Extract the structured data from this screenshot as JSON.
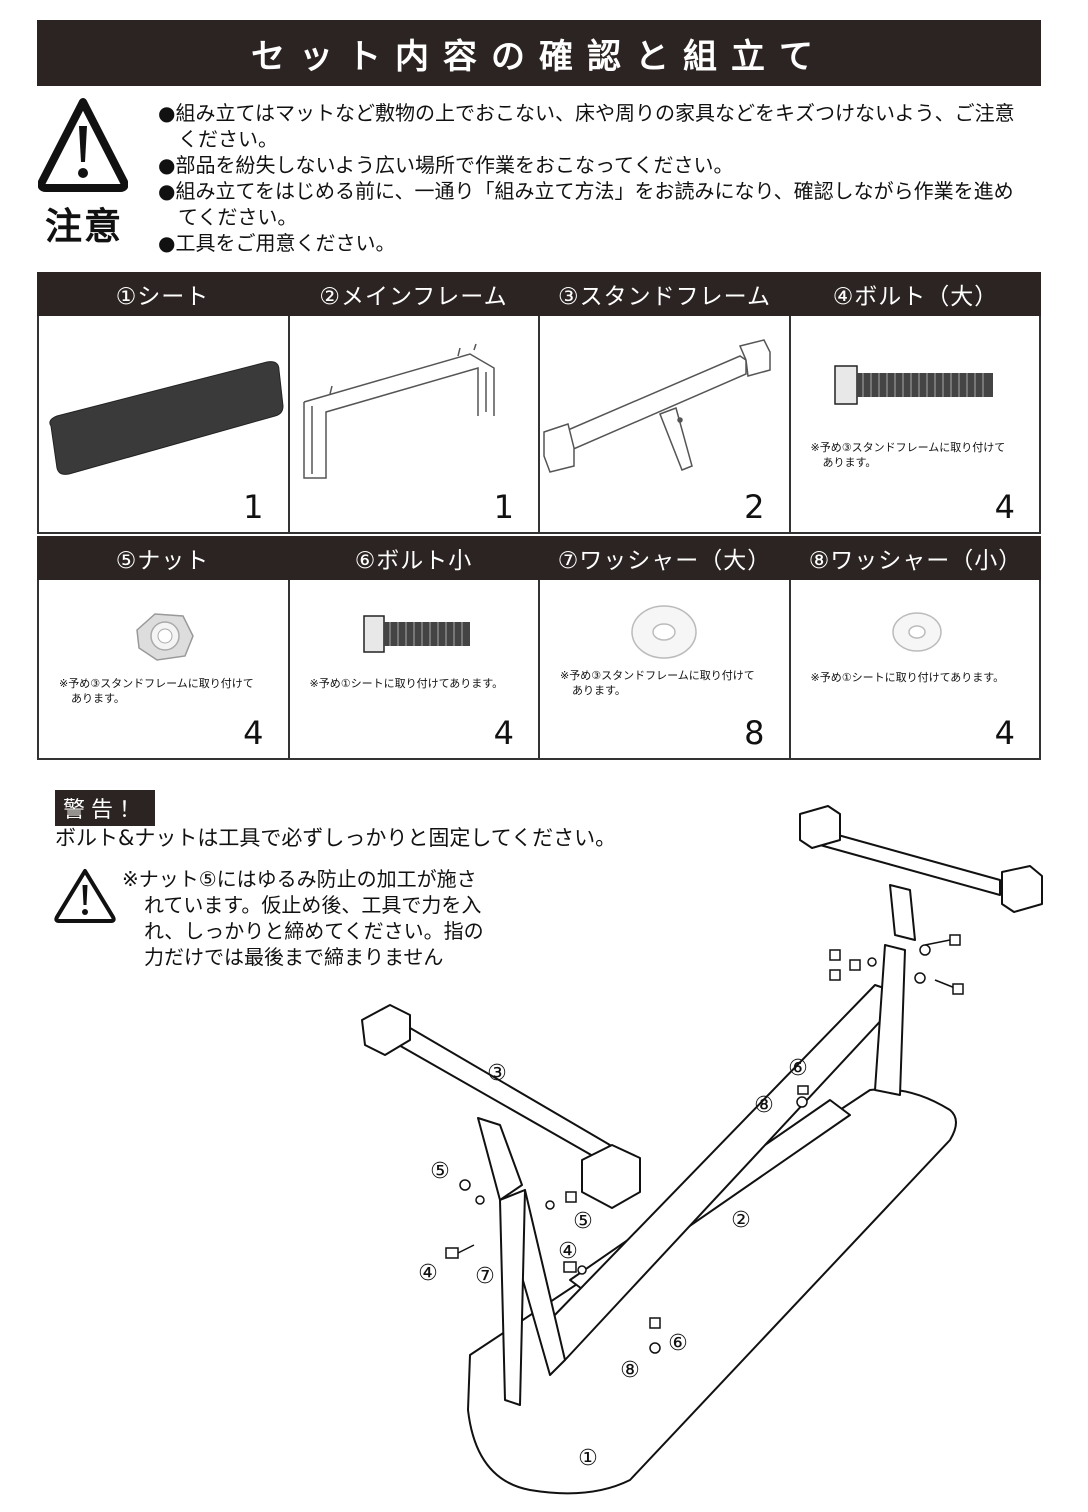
{
  "title": "セット内容の確認と組立て",
  "caution": {
    "label": "注意",
    "notes": [
      "●組み立てはマットなど敷物の上でおこない、床や周りの家具などをキズつけないよう、ご注意ください。",
      "●部品を紛失しないよう広い場所で作業をおこなってください。",
      "●組み立てをはじめる前に、一通り「組み立て方法」をお読みになり、確認しながら作業を進めてください。",
      "●工具をご用意ください。"
    ]
  },
  "parts": [
    {
      "name": "①シート",
      "qty": "1",
      "note": ""
    },
    {
      "name": "②メインフレーム",
      "qty": "1",
      "note": ""
    },
    {
      "name": "③スタンドフレーム",
      "qty": "2",
      "note": ""
    },
    {
      "name": "④ボルト（大）",
      "qty": "4",
      "note": "※予め③スタンドフレームに取り付けて",
      "note2": "あります。"
    },
    {
      "name": "⑤ナット",
      "qty": "4",
      "note": "※予め③スタンドフレームに取り付けて",
      "note2": "あります。"
    },
    {
      "name": "⑥ボルト小",
      "qty": "4",
      "note": "※予め①シートに取り付けてあります。",
      "note2": ""
    },
    {
      "name": "⑦ワッシャー（大）",
      "qty": "8",
      "note": "※予め③スタンドフレームに取り付けて",
      "note2": "あります。"
    },
    {
      "name": "⑧ワッシャー（小）",
      "qty": "4",
      "note": "※予め①シートに取り付けてあります。",
      "note2": ""
    }
  ],
  "warning": {
    "label": "警告！",
    "text": "ボルト&ナットは工具で必ずしっかりと固定してください。",
    "note_lines": [
      "※ナット⑤にはゆるみ防止の加工が施さ",
      "れています。仮止め後、工具で力を入",
      "れ、しっかりと締めてください。指の",
      "力だけでは最後まで締まりません"
    ]
  },
  "diagram": {
    "labels": [
      "③",
      "⑤",
      "④",
      "⑦",
      "⑤",
      "④",
      "②",
      "⑥",
      "⑧",
      "⑥",
      "⑧",
      "①"
    ]
  }
}
